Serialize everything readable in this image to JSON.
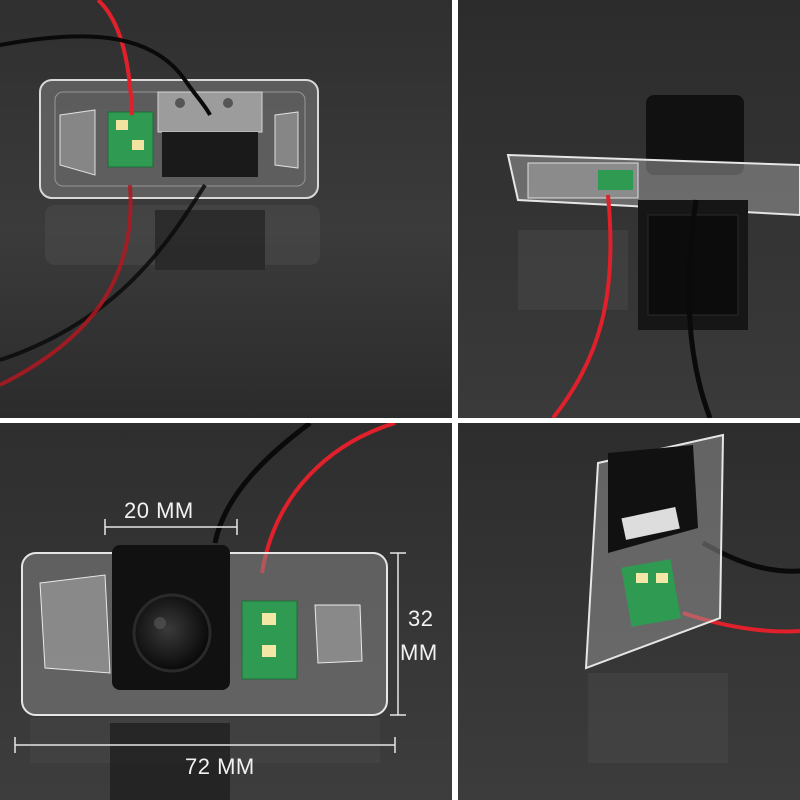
{
  "dimensions": {
    "camera_width": "20 MM",
    "plate_height_value": "32",
    "plate_height_unit": "MM",
    "plate_length": "72 MM"
  },
  "colors": {
    "background": "#3a3a3a",
    "wire_red": "#e0202a",
    "wire_black": "#0a0a0a",
    "led_board": "#2f9a52",
    "camera_body": "#111111"
  }
}
